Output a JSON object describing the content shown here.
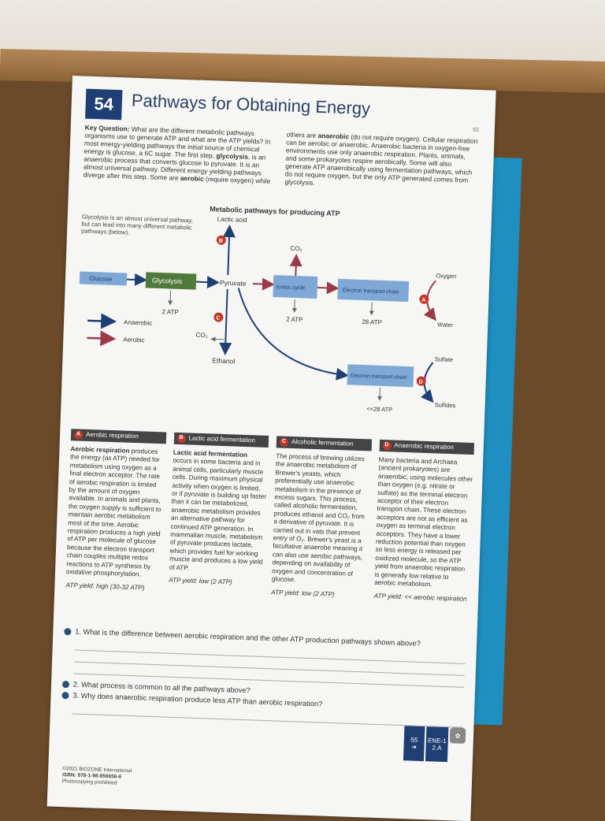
{
  "page": {
    "number": "54",
    "title": "Pathways for Obtaining Energy",
    "page_corner": "93"
  },
  "intro": {
    "key_question_label": "Key Question:",
    "key_question": " What are the different metabolic pathways organisms use to generate ATP and what are the ATP yields? In most energy-yielding pathways the initial source of chemical energy is glucose, a 6C sugar. The first step, ",
    "glycolysis_word": "glycolysis",
    "mid": ", is an anaerobic process that converts glucose to pyruvate. It is an almost universal pathway. Different energy yielding pathways diverge after this step. Some are ",
    "aerobic_word": "aerobic",
    "mid2": " (require oxygen) while others are ",
    "anaerobic_word": "anaerobic",
    "rest": " (do not require oxygen). Cellular respiration can be aerobic or anaerobic. Anaerobic bacteria in oxygen-free environments use only anaerobic respiration. Plants, animals, and some prokaryotes respire aerobically. Some will also generate ATP anaerobically using fermentation pathways, which do not require oxygen, but the only ATP generated comes from glycolysis."
  },
  "diagram": {
    "title": "Metabolic pathways for producing ATP",
    "note": "Glycolysis is an almost universal pathway, but can lead into many different metabolic pathways (below).",
    "lactic_acid": "Lactic acid",
    "co2_top": "CO₂",
    "co2_mid": "CO₂",
    "glucose": "Glucose",
    "glycolysis": "Glycolysis",
    "pyruvate": "Pyruvate",
    "krebs": "Krebs cycle",
    "etc": "Electron transport chain",
    "etc2": "Electron transport chain",
    "oxygen": "Oxygen",
    "water": "Water",
    "sulfate": "Sulfate",
    "sulfides": "Sulfides",
    "ethanol": "Ethanol",
    "atp_glycolysis": "2 ATP",
    "atp_krebs": "2 ATP",
    "atp_etc": "28 ATP",
    "atp_etc2": "<<28 ATP",
    "legend_anaerobic": "Anaerobic",
    "legend_aerobic": "Aerobic",
    "badge_a": "A",
    "badge_b": "B",
    "badge_c": "C",
    "badge_d": "D",
    "colors": {
      "anaerobic_arrow": "#1f3f74",
      "aerobic_arrow": "#9b3b4a",
      "glycolysis_box": "#4f7a3a",
      "pathway_box": "#7fa8d6",
      "badge": "#c0392b"
    }
  },
  "columns": [
    {
      "badge": "A",
      "heading": "Aerobic respiration",
      "lead": "Aerobic respiration",
      "text": " produces the energy (as ATP) needed for metabolism using oxygen as a final electron acceptor. The rate of aerobic respiration is limited by the amount of oxygen available. In animals and plants, the oxygen supply is sufficient to maintain aerobic metabolism most of the time. Aerobic respiration produces a high yield of ATP per molecule of glucose because the electron transport chain couples multiple redox reactions to ATP synthesis by oxidative phosphorylation.",
      "yield": "ATP yield: high (30-32 ATP)"
    },
    {
      "badge": "B",
      "heading": "Lactic acid fermentation",
      "lead": "Lactic acid fermentation",
      "text": " occurs in some bacteria and in animal cells, particularly muscle cells. During maximum physical activity when oxygen is limited, or if pyruvate is building up faster than it can be metabolized, anaerobic metabolism provides an alternative pathway for continued ATP generation. In mammalian muscle, metabolism of pyruvate produces lactate, which provides fuel for working muscle and produces a low yield of ATP.",
      "yield": "ATP yield: low (2 ATP)"
    },
    {
      "badge": "C",
      "heading": "Alcoholic fermentation",
      "lead": "",
      "text": "The process of brewing utilizes the anaerobic metabolism of Brewer's yeasts, which preferentially use anaerobic metabolism in the presence of excess sugars. This process, called alcoholic fermentation, produces ethanol and CO₂ from a derivative of pyruvate. It is carried out in vats that prevent entry of O₂. Brewer's yeast is a facultative anaerobe meaning it can also use aerobic pathways, depending on availability of oxygen and concentration of glucose.",
      "yield": "ATP yield: low (2 ATP)"
    },
    {
      "badge": "D",
      "heading": "Anaerobic respiration",
      "lead": "",
      "text": "Many bacteria and Archaea (ancient prokaryotes) are anaerobic, using molecules other than oxygen (e.g. nitrate or sulfate) as the terminal electron acceptor of their electron transport chain. These electron acceptors are not as efficient as oxygen as terminal electron acceptors. They have a lower reduction potential than oxygen so less energy is released per oxidized molecule, so the ATP yield from anaerobic respiration is generally low relative to aerobic metabolism.",
      "yield": "ATP yield: << aerobic respiration"
    }
  ],
  "questions": [
    "1. What is the difference between aerobic respiration and the other ATP production pathways shown above?",
    "2. What process is common to all the pathways above?",
    "3. Why does anaerobic respiration produce less ATP than aerobic respiration?"
  ],
  "footer": {
    "copyright": "©2021 BIOZONE International",
    "isbn": "ISBN: 978-1-98-856656-6",
    "note": "Photocopying prohibited"
  },
  "nav": {
    "next_page": "55",
    "code1": "ENE-1",
    "code2": "2.A"
  }
}
